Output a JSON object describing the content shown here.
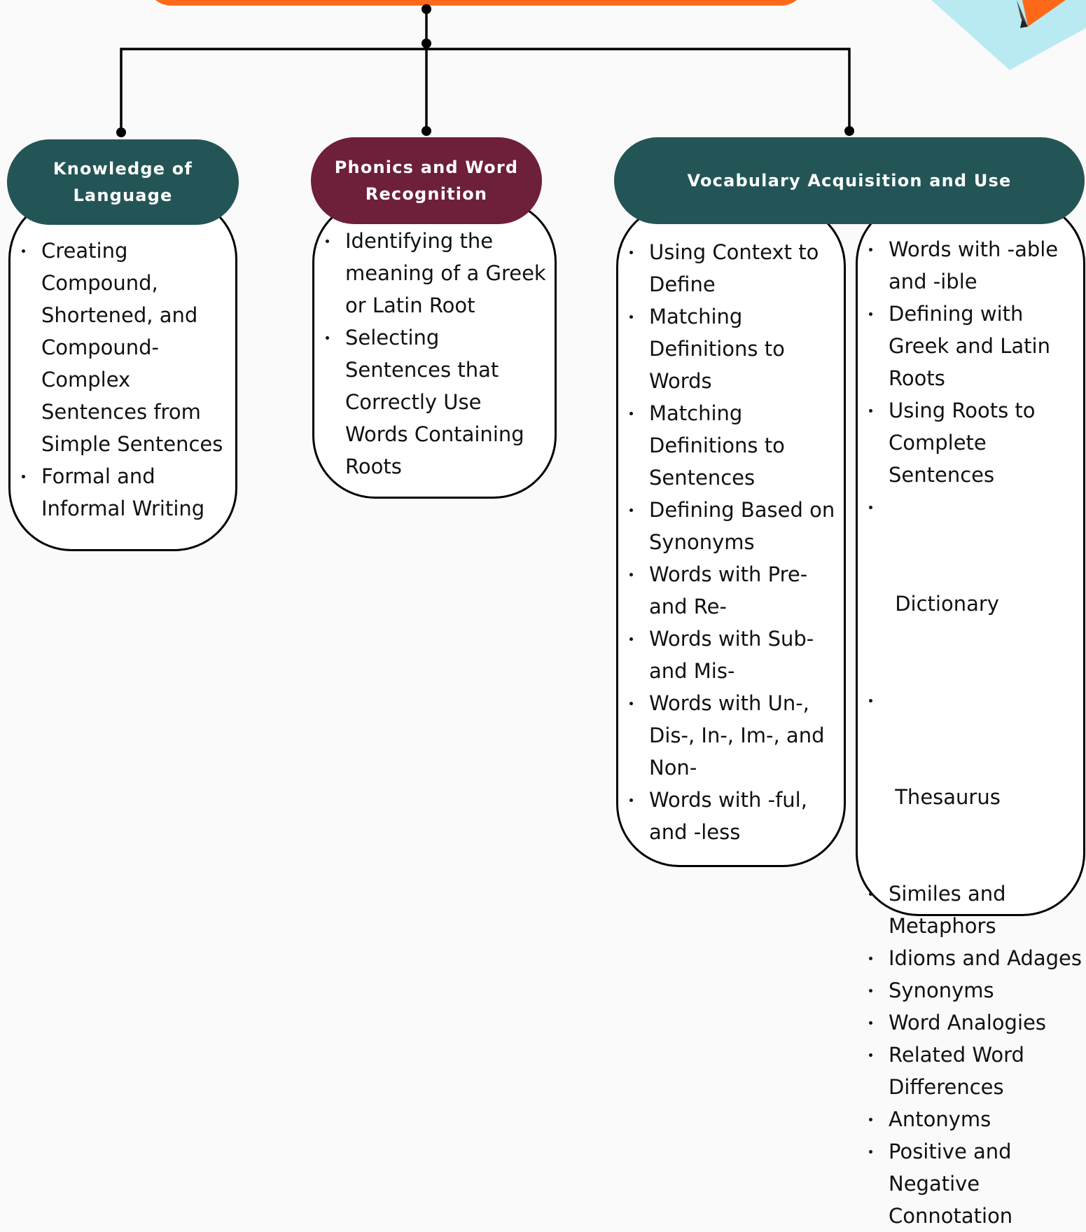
{
  "colors": {
    "teal": "#235556",
    "maroon": "#6e1f3a",
    "orange": "#ff6a1a",
    "connector": "#000000",
    "paper": "#b9eaf2"
  },
  "decorations": {
    "top_right": "pencil-icon"
  },
  "categories": [
    {
      "id": "knowledge",
      "title_lines": [
        "Knowledge of",
        "Language"
      ],
      "items": [
        [
          "Creating",
          "Compound,",
          "Shortened, and",
          "Compound-",
          "Complex",
          "Sentences from",
          "Simple Sentences"
        ],
        [
          "Formal and",
          "Informal Writing"
        ]
      ]
    },
    {
      "id": "phonics",
      "title_lines": [
        "Phonics and Word",
        "Recognition"
      ],
      "items": [
        [
          "Identifying the",
          "meaning of a Greek",
          "or Latin Root"
        ],
        [
          "Selecting",
          "Sentences that",
          "Correctly Use",
          "Words Containing",
          "Roots"
        ]
      ]
    },
    {
      "id": "vocabulary",
      "title_lines": [
        "Vocabulary Acquisition and Use"
      ],
      "columns": [
        [
          [
            "Using Context to",
            "Define"
          ],
          [
            "Matching",
            "Definitions to",
            "Words"
          ],
          [
            "Matching",
            "Definitions to",
            "Sentences"
          ],
          [
            "Defining Based on",
            "Synonyms"
          ],
          [
            "Words with Pre-",
            "and Re-"
          ],
          [
            "Words with Sub-",
            "and Mis-"
          ],
          [
            "Words with Un-,",
            "Dis-, In-, Im-, and",
            "Non-"
          ],
          [
            "Words with -ful,",
            "and -less"
          ]
        ],
        [
          [
            "Words with -able",
            "and -ible"
          ],
          [
            "Defining with",
            "Greek and Latin",
            "Roots"
          ],
          [
            "Using Roots to",
            "Complete",
            "Sentences"
          ],
          [
            " Dictionary"
          ],
          [
            " Thesaurus"
          ],
          [
            "Similes and",
            "Metaphors"
          ],
          [
            "Idioms and Adages"
          ],
          [
            "Synonyms"
          ],
          [
            "Word Analogies"
          ],
          [
            "Related Word",
            "Differences"
          ],
          [
            "Antonyms"
          ],
          [
            "Positive and",
            "Negative",
            "Connotation"
          ]
        ]
      ]
    }
  ]
}
